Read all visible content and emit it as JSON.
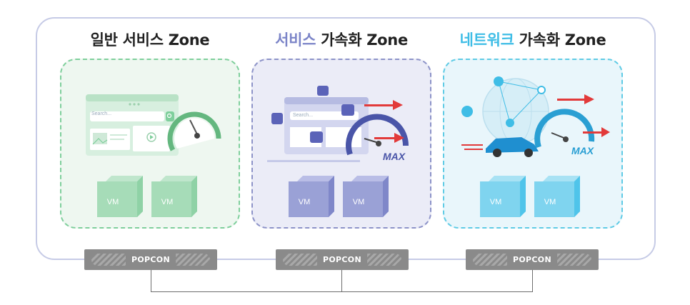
{
  "zones": [
    {
      "title_plain": "일반 서비스 Zone",
      "highlight": "",
      "rest": ""
    },
    {
      "title_plain": "",
      "highlight": "서비스",
      "rest": " 가속화 Zone"
    },
    {
      "title_plain": "",
      "highlight": "네트워크",
      "rest": " 가속화 Zone"
    }
  ],
  "vm_label": "VM",
  "search_placeholder": "Search...",
  "max_label": "MAX",
  "popcon_label": "POPCON",
  "colors": {
    "zone1_accent": "#7fcf9c",
    "zone2_accent": "#7c85c8",
    "zone3_accent": "#3fbde6",
    "frame": "#c6cbe6",
    "popcon": "#8a8a8a"
  },
  "icons": [
    "search-icon",
    "play-icon",
    "image-icon",
    "speedometer-icon",
    "arrows-icon",
    "thumbs-up-icon",
    "cart-icon",
    "piggy-bank-icon",
    "wallet-icon",
    "globe-icon",
    "wifi-icon",
    "cloud-icon",
    "car-icon"
  ]
}
